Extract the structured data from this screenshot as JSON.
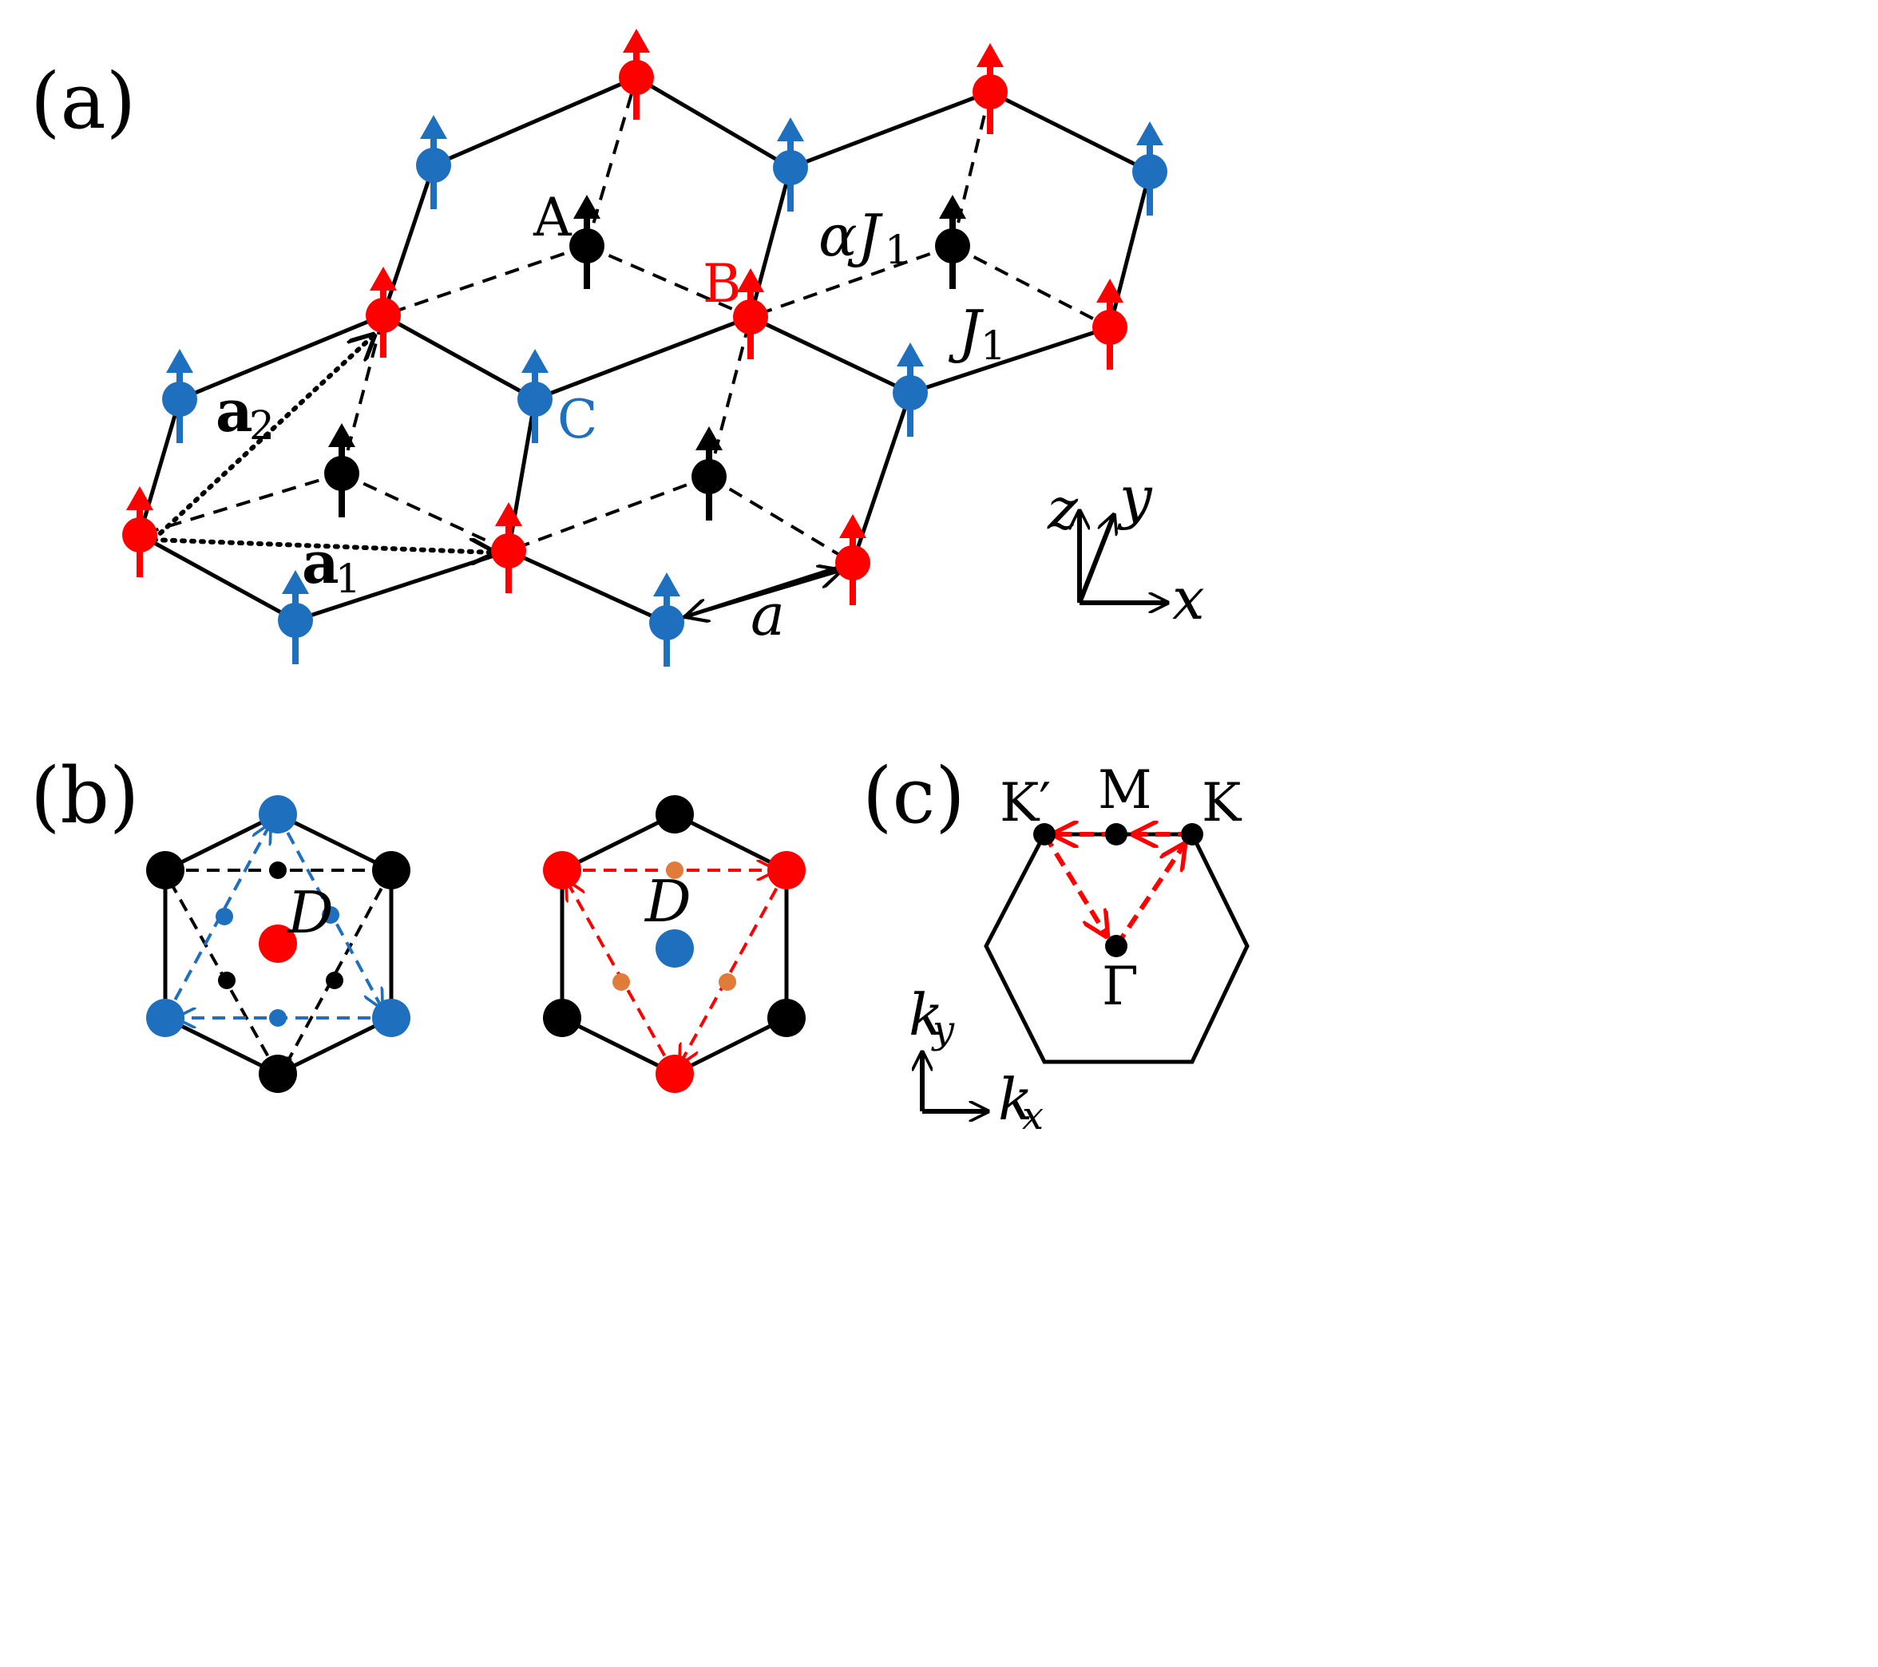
{
  "colors": {
    "red": "#ff0000",
    "blue": "#1f6fbf",
    "black": "#000000",
    "orange": "#e07b39"
  },
  "panel_a": {
    "label": "(a)",
    "site_A": "A",
    "site_B": "B",
    "site_C": "C",
    "a1_main": "a",
    "a1_sub": "1",
    "a2_main": "a",
    "a2_sub": "2",
    "alphaJ1_main": "αJ",
    "alphaJ1_sub": "1",
    "J1_main": "J",
    "J1_sub": "1",
    "lattice_const": "a",
    "axis_z": "z",
    "axis_y": "y",
    "axis_x": "x"
  },
  "panel_b": {
    "label": "(b)",
    "left_D": "D",
    "right_D": "D"
  },
  "panel_c": {
    "label": "(c)",
    "Kprime": "K′",
    "M": "M",
    "K": "K",
    "Gamma": "Γ",
    "ky_main": "k",
    "ky_sub": "y",
    "kx_main": "k",
    "kx_sub": "x"
  }
}
